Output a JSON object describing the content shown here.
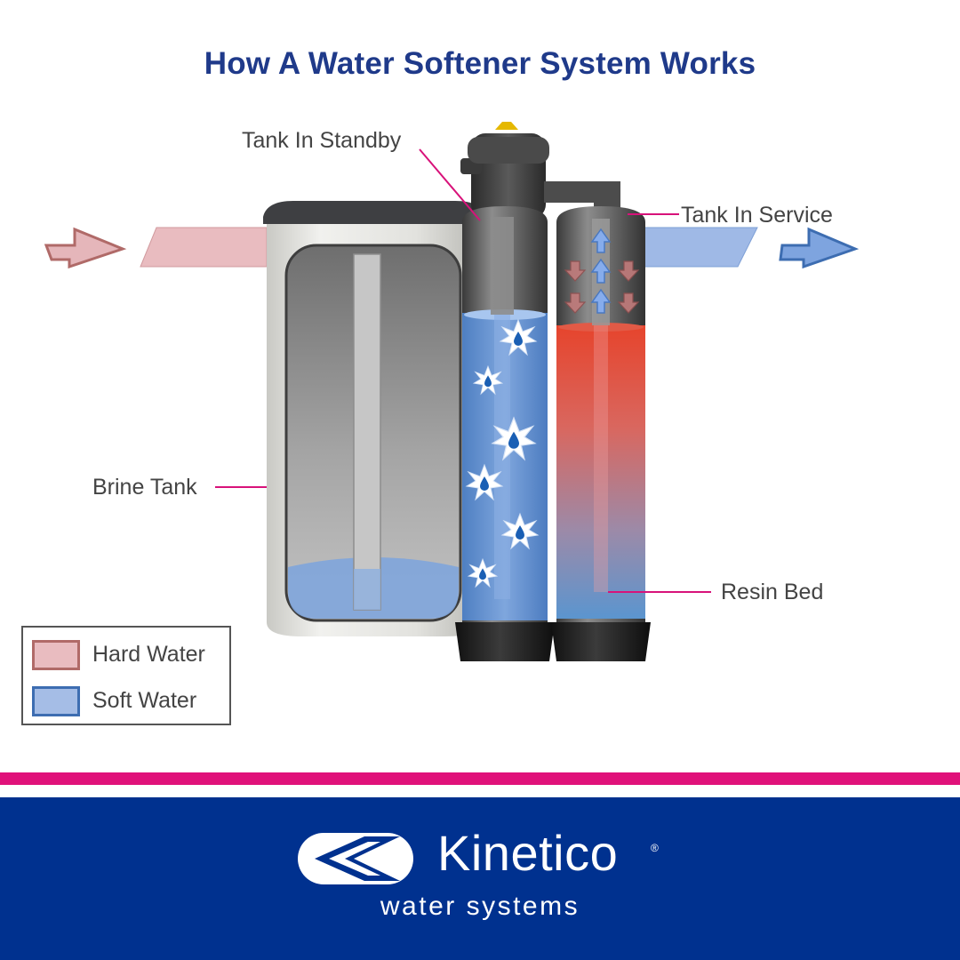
{
  "title": "How A Water Softener System Works",
  "labels": {
    "tank_standby": "Tank In Standby",
    "tank_service": "Tank In Service",
    "brine_tank": "Brine Tank",
    "resin_bed": "Resin Bed"
  },
  "legend": [
    {
      "label": "Hard Water",
      "color": "#e9bcc0",
      "border": "#b06a68"
    },
    {
      "label": "Soft Water",
      "color": "#a5bde6",
      "border": "#3d6db1"
    }
  ],
  "colors": {
    "title": "#1f3a8a",
    "leader_line": "#d8127a",
    "stripe": "#e0117a",
    "footer": "#00318f"
  },
  "brand": {
    "name": "Kinetico",
    "registered": "®",
    "tagline": "water systems",
    "logo_icon": "kinetico-logo-icon"
  }
}
